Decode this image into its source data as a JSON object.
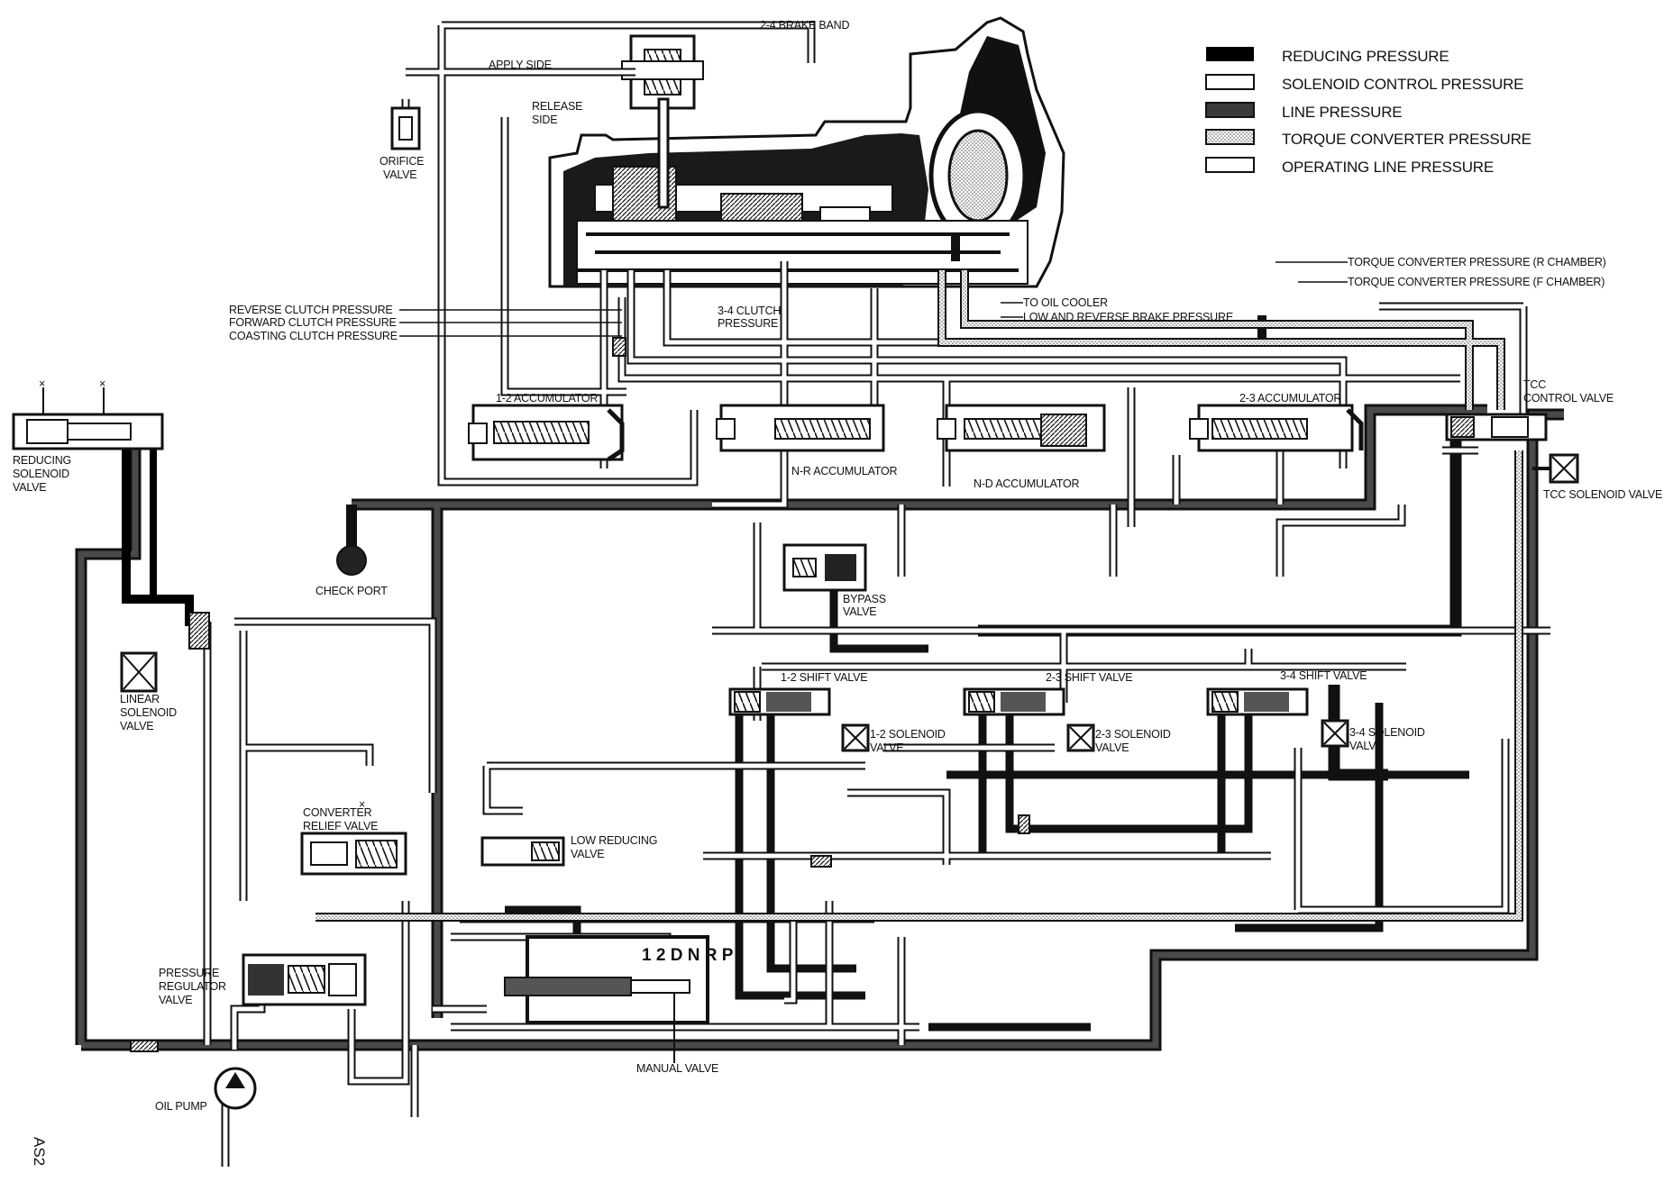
{
  "legend": [
    {
      "key": "reducing",
      "label": "REDUCING PRESSURE"
    },
    {
      "key": "solenoid",
      "label": "SOLENOID CONTROL PRESSURE"
    },
    {
      "key": "line",
      "label": "LINE PRESSURE"
    },
    {
      "key": "converter",
      "label": "TORQUE CONVERTER PRESSURE"
    },
    {
      "key": "operating",
      "label": "OPERATING LINE PRESSURE"
    }
  ],
  "labels": {
    "brake_band": "2-4 BRAKE BAND",
    "apply_side": "APPLY SIDE",
    "release_side_1": "RELEASE",
    "release_side_2": "SIDE",
    "orifice_1": "ORIFICE",
    "orifice_2": "VALVE",
    "reverse_clutch": "REVERSE CLUTCH PRESSURE",
    "forward_clutch": "FORWARD CLUTCH PRESSURE",
    "coasting_clutch": "COASTING CLUTCH PRESSURE",
    "clutch34_1": "3-4 CLUTCH",
    "clutch34_2": "PRESSURE",
    "oil_cooler": "TO OIL COOLER",
    "low_reverse": "LOW AND REVERSE BRAKE PRESSURE",
    "tc_r": "TORQUE CONVERTER PRESSURE (R CHAMBER)",
    "tc_f": "TORQUE CONVERTER PRESSURE (F CHAMBER)",
    "tcc_control_1": "TCC",
    "tcc_control_2": "CONTROL VALVE",
    "tcc_solenoid": "TCC SOLENOID VALVE",
    "reducing_sol_1": "REDUCING",
    "reducing_sol_2": "SOLENOID",
    "reducing_sol_3": "VALVE",
    "acc12": "1-2 ACCUMULATOR",
    "accnr": "N-R ACCUMULATOR",
    "accnd": "N-D ACCUMULATOR",
    "acc23": "2-3 ACCUMULATOR",
    "check_port": "CHECK PORT",
    "bypass_1": "BYPASS",
    "bypass_2": "VALVE",
    "linear_1": "LINEAR",
    "linear_2": "SOLENOID",
    "linear_3": "VALVE",
    "shift12": "1-2 SHIFT VALVE",
    "shift23": "2-3 SHIFT VALVE",
    "shift34": "3-4 SHIFT VALVE",
    "sol12_1": "1-2 SOLENOID",
    "sol12_2": "VALVE",
    "sol23_1": "2-3 SOLENOID",
    "sol23_2": "VALVE",
    "sol34_1": "3-4 SOLENOID",
    "sol34_2": "VALVE",
    "conv_relief_1": "CONVERTER",
    "conv_relief_2": "RELIEF VALVE",
    "low_reducing_1": "LOW REDUCING",
    "low_reducing_2": "VALVE",
    "pressure_reg_1": "PRESSURE",
    "pressure_reg_2": "REGULATOR",
    "pressure_reg_3": "VALVE",
    "manual_valve": "MANUAL VALVE",
    "oil_pump": "OIL PUMP",
    "gear_positions": "1 2 D N R P",
    "figure_code": "AS2"
  },
  "colors": {
    "reducing": "#000000",
    "line": "#3a3a3a",
    "converter": "#cfcfcf",
    "outline": "#111111",
    "background": "#ffffff"
  }
}
